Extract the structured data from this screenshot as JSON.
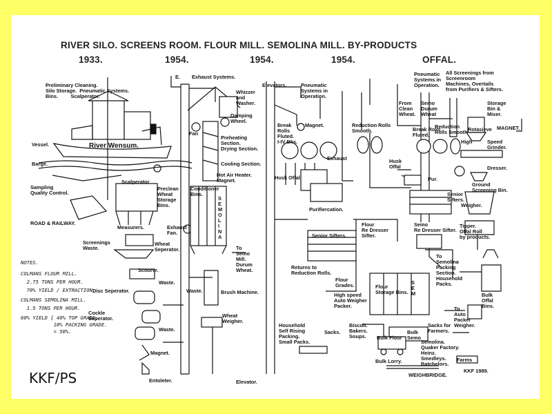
{
  "titles": {
    "row1": "RIVER SILO.   SCREENS ROOM.  FLOUR MILL. SEMOLINA MILL. BY-PRODUCTS",
    "row2": [
      "1933.",
      "1954.",
      "1954.",
      "1954.",
      "OFFAL."
    ]
  },
  "river_label": "River Wensum.",
  "credit": "KKF/PS",
  "labels": [
    "Preliminary Cleaning.\nSilo Storage.  Pneumatic Systems.\nBins.         Scalperator.",
    "Vessel.",
    "Barge.",
    "Sampling\nQuality Control.",
    "ROAD & RAILWAY.",
    "Scalperator",
    "Preclean\nWheat\nStorage\nBins.",
    "Measurers.",
    "Exhaust\nFan.",
    "Screenings\nWaste.",
    "Wheat\nSeperator.",
    "Scourer.",
    "Waste.",
    "Disc Seperator.",
    "Cockle\nSeperator.",
    "Waste.",
    "Magnet.",
    "Entoleter.",
    "E.",
    "Exhaust Systems.",
    "Whizzer\nand\nWasher.",
    "Damping\nWheel.",
    "Fan",
    "Preheating\nSection.\nDrying Section.",
    "Cooling Section.",
    "Hot Air Heater.\nMagnet.",
    "Conditioner\nBins.",
    "S\nE\nM\nO\nL\nI\nN\nA",
    "To\nSemo\nMill.\nDurum\nWheat.",
    "Brush Machine.",
    "Waste.",
    "Wheat\nWeigher.",
    "Elevator.",
    "Elevators.",
    "Pneumatic\nSystems in\nOperation.",
    "Magnet.",
    "Break\nRolls\nFluted.\nI-IV Bks.",
    "Exhaust",
    "Husk Offal.",
    "Purifiercation.",
    "Reduction Rolls\nSmooth.",
    "Senior Sifters.",
    "Returns to\nReduction Rolls.",
    "Flour\nGrades.",
    "High speed\nAuto Weigher\nPacker.",
    "Sacks.",
    "Household\nSelf Rising\nPacking.\nSmall Packs.",
    "Biscuit.\nBakers.\nSoups.",
    "Flour\nRe Dresser\nSifter.",
    "Flour\nStorage Bins.",
    "S\nE\nM",
    "Bulk Flour",
    "Bulk\nSemo",
    "Bulk Lorry.",
    "WEIGHBRIDGE.",
    "Pneumatic\nSystems in\nOperation.",
    "From\nClean\nWheat.",
    "Semo\nDurum\nWheat",
    "Break Rolls\nFluted.",
    "Reduction\nRolls Smooth",
    "Husk\nOffal",
    "Pur.",
    "Senior\nSifters.",
    "Semo\nRe Dresser Sifter.",
    "To\nSemolina\nPacking\nSection.\nHousehold\nPacks.",
    "Sacks for\nFarmers.",
    "Semolina.\nQuaker Factory.\nHeinz.\nSmedleys.\nBatchelors.",
    "All Screenings from\nScreenroom\nMachines, Overtails\nfrom Purifiers & Sifters.",
    "Storage\nBin &\nMixer.",
    "Rotasieve",
    "MAGNET.",
    "High",
    "Speed\nGrinder.",
    "Dresser.",
    "Ground\nScreening Bin.",
    "Weigher.",
    "Tipper.\nOffal Roll\nby products.",
    "Bulk\nOffal\nBins.",
    "To\nAuto\nPacker\nWeigher.",
    "Farms",
    "KKF 1989."
  ],
  "notes": [
    "NOTES.",
    "COLMANS FLOUR MILL.",
    "  2.75 TONS PER HOUR.",
    "  70% YIELD / EXTRACTION.",
    "COLMANS SEMOLINA MILL.",
    "  1.5 TONS PER HOUR.",
    "60% YIELD { 40% TOP GRADE.",
    "           10% PACKING GRADE.",
    "           = 50%."
  ]
}
